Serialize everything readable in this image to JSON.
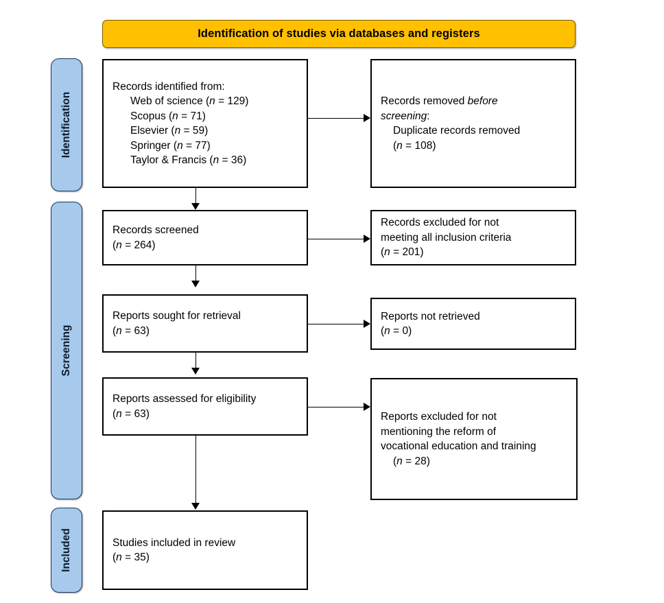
{
  "diagram": {
    "title": "Identification of studies via databases and registers",
    "type": "PRISMA flow diagram",
    "colors": {
      "banner_fill": "#FFC000",
      "rail_fill": "#A6C9EC",
      "rail_border": "#17365D",
      "node_border": "#000000",
      "page_background": "#FFFFFF"
    }
  },
  "phases": [
    {
      "key": "identification",
      "label": "Identification"
    },
    {
      "key": "screening",
      "label": "Screening"
    },
    {
      "key": "included",
      "label": "Included"
    }
  ],
  "nodes": {
    "identified": {
      "name": "records-identified",
      "lines": [
        {
          "text": "Records identified from:",
          "indent": false
        },
        {
          "text": "Web of science (",
          "em": "n",
          "tail": " = 129)",
          "indent": true
        },
        {
          "text": "Scopus (",
          "em": "n",
          "tail": " = 71)",
          "indent": true
        },
        {
          "text": "Elsevier (",
          "em": "n",
          "tail": " = 59)",
          "indent": true
        },
        {
          "text": "Springer (",
          "em": "n",
          "tail": " = 77)",
          "indent": true
        },
        {
          "text": "Taylor & Francis (",
          "em": "n",
          "tail": " = 36)",
          "indent": true
        }
      ]
    },
    "removed": {
      "name": "records-removed-before-screening",
      "lines": [
        {
          "text": "Records removed ",
          "italic_tail": "before",
          "indent": false
        },
        {
          "italic_text": "screening",
          "tail": ":",
          "indent": false
        },
        {
          "text": "Duplicate records removed",
          "indent": true
        },
        {
          "text": "(",
          "em": "n",
          "tail": " = 108)",
          "indent": true
        }
      ]
    },
    "screened": {
      "name": "records-screened",
      "lines": [
        {
          "text": "Records screened",
          "indent": false
        },
        {
          "text": "(",
          "em": "n",
          "tail": " = 264)",
          "indent": false
        }
      ]
    },
    "excluded_criteria": {
      "name": "records-excluded-criteria",
      "lines": [
        {
          "text": "Records excluded for not",
          "indent": false
        },
        {
          "text": "meeting all inclusion criteria",
          "indent": false
        },
        {
          "text": "(",
          "em": "n",
          "tail": " = 201)",
          "indent": false
        }
      ]
    },
    "sought": {
      "name": "reports-sought-for-retrieval",
      "lines": [
        {
          "text": "Reports sought for retrieval",
          "indent": false
        },
        {
          "text": "(",
          "em": "n",
          "tail": " = 63)",
          "indent": false
        }
      ]
    },
    "not_retrieved": {
      "name": "reports-not-retrieved",
      "lines": [
        {
          "text": "Reports not retrieved",
          "indent": false
        },
        {
          "text": "(",
          "em": "n",
          "tail": " = 0)",
          "indent": false
        }
      ]
    },
    "assessed": {
      "name": "reports-assessed-for-eligibility",
      "lines": [
        {
          "text": "Reports assessed for eligibility",
          "indent": false
        },
        {
          "text": "(",
          "em": "n",
          "tail": " = 63)",
          "indent": false
        }
      ]
    },
    "excluded_reform": {
      "name": "reports-excluded-reform",
      "lines": [
        {
          "text": "Reports excluded for not",
          "indent": false
        },
        {
          "text": "mentioning the reform of",
          "indent": false
        },
        {
          "text": "vocational education and training",
          "indent": false
        },
        {
          "text": "(",
          "em": "n",
          "tail": " = 28)",
          "indent": true
        }
      ]
    },
    "included": {
      "name": "studies-included-in-review",
      "lines": [
        {
          "text": "Studies included in review",
          "indent": false
        },
        {
          "text": "(",
          "em": "n",
          "tail": " = 35)",
          "indent": false
        }
      ]
    }
  },
  "counts": {
    "web_of_science": 129,
    "scopus": 71,
    "elsevier": 59,
    "springer": 77,
    "taylor_and_francis": 36,
    "duplicates_removed": 108,
    "records_screened": 264,
    "records_excluded_criteria": 201,
    "reports_sought": 63,
    "reports_not_retrieved": 0,
    "reports_assessed": 63,
    "reports_excluded_reform": 28,
    "studies_included": 35
  },
  "flat_text": {
    "banner": "Identification of studies via databases and registers",
    "rail_identification": "Identification",
    "rail_screening": "Screening",
    "rail_included": "Included"
  }
}
